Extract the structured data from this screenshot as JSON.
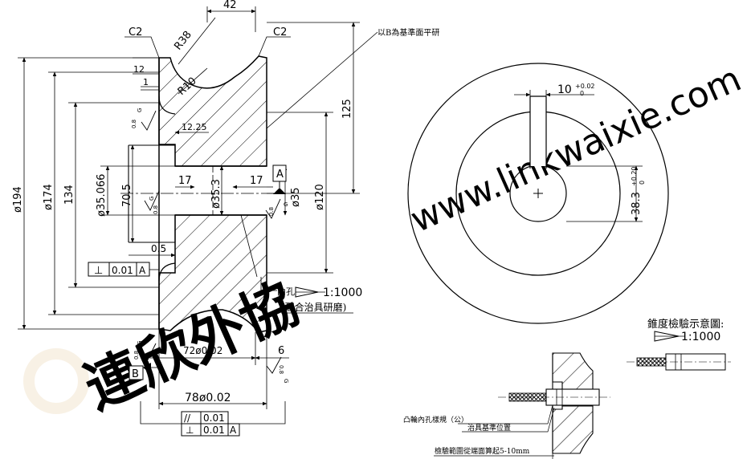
{
  "dims": {
    "d42": "42",
    "c2_left": "C2",
    "c2_right": "C2",
    "r38": "R38",
    "r10": "R10",
    "d12": "12",
    "d1": "1",
    "d12_25": "12.25",
    "d125": "125",
    "d194": "ø194",
    "d174": "ø174",
    "d134": "134",
    "d35_066": "ø35.066",
    "d70_5": "70.5",
    "d35_3": "ø35.3",
    "d17a": "17",
    "d17b": "17",
    "d35": "ø35",
    "d120": "ø120",
    "d0_5": "0.5",
    "d72": "72ø0.02",
    "d78": "78ø0.02",
    "d6": "6"
  },
  "datums": {
    "a": "A",
    "b": "B"
  },
  "finish": {
    "value": "0.8",
    "method": "G"
  },
  "tolerance_frames": {
    "perp_left": {
      "symbol": "⊥",
      "value": "0.01",
      "datum": "A"
    },
    "parallel": {
      "symbol": "//",
      "value": "0.01"
    },
    "perp_bottom": {
      "symbol": "⊥",
      "value": "0.01",
      "datum": "A"
    }
  },
  "notes": {
    "flat_ref": "以B為基準面平研",
    "bore_label": "內孔",
    "taper": "1:1000",
    "lapping": "(配合治具研磨)"
  },
  "right_view": {
    "key_width": "10",
    "key_tol_upper": "+0.02",
    "key_tol_lower": "0",
    "key_depth": "38.3",
    "depth_tol_upper": "+0.20",
    "depth_tol_lower": "0"
  },
  "taper_check": {
    "title": "錐度檢驗示意圖:",
    "ratio": "1:1000"
  },
  "fixture": {
    "gauge_label": "凸輪內孔樣規（公）",
    "fixture_ref": "治具基準位置",
    "range_note": "檢驗範圍從端面算起5-10mm"
  },
  "watermark": {
    "url": "www.linkwaixie.com",
    "brand": "連欣外協"
  },
  "colors": {
    "ink": "#000000",
    "watermark": "#e6e6e6",
    "logo": "#f2e4cc"
  }
}
